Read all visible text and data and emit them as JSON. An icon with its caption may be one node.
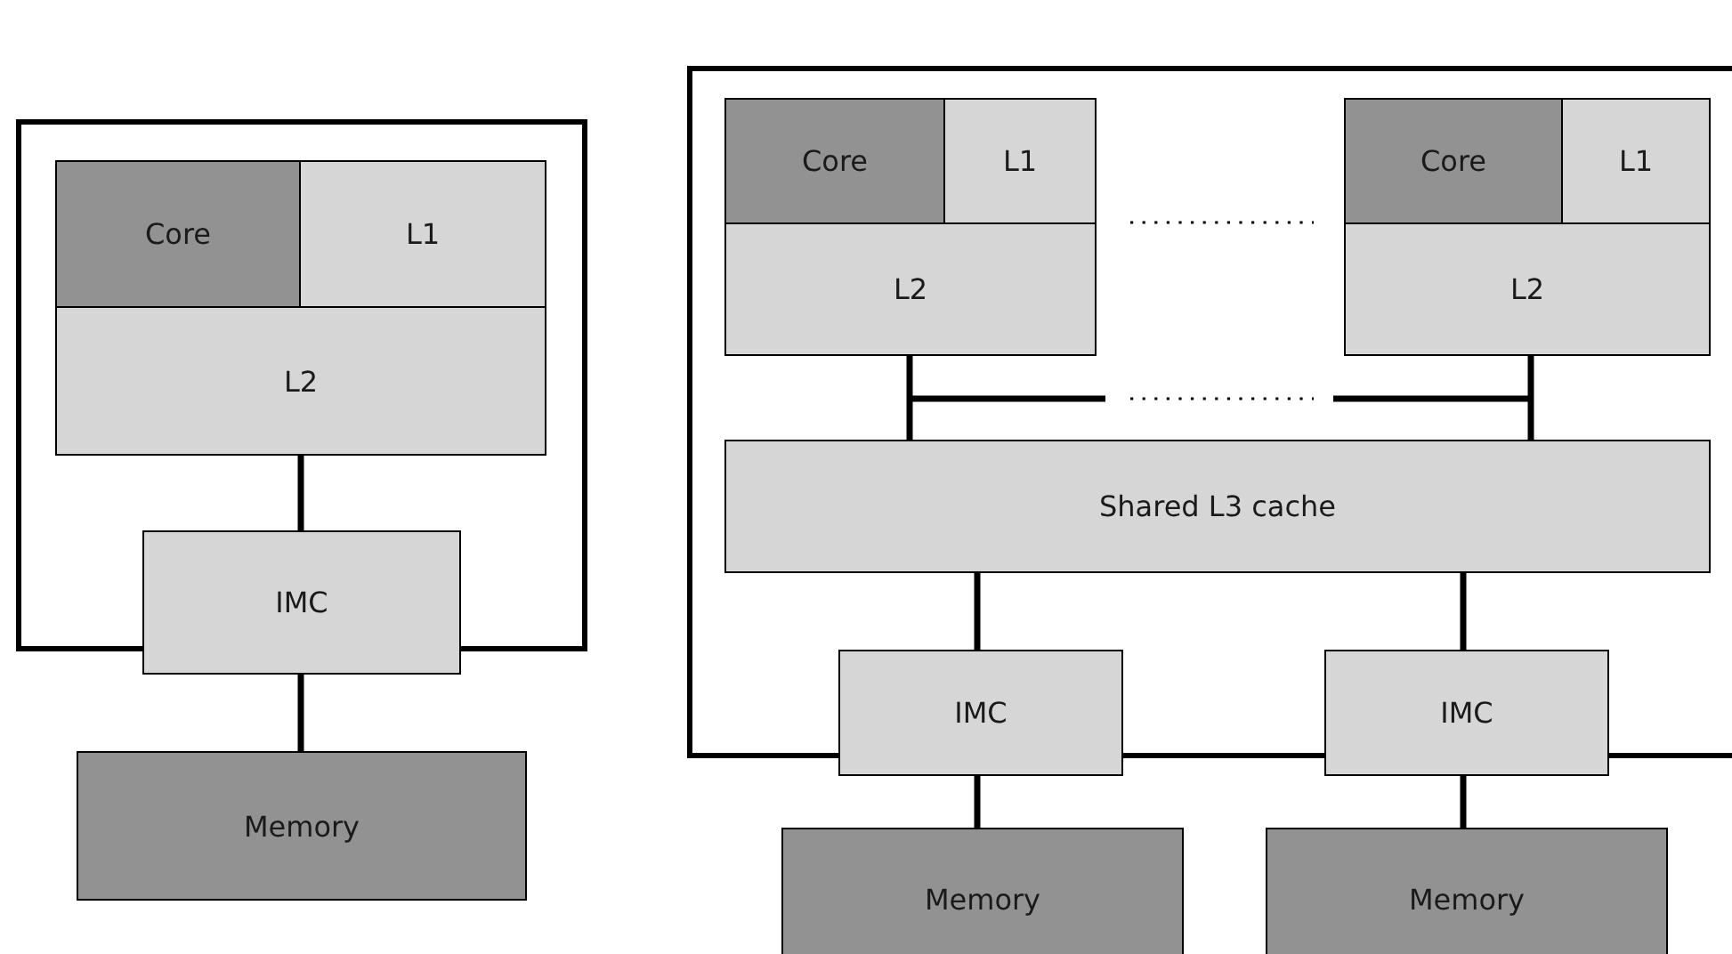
{
  "diagram": {
    "nodes": [
      {
        "text": [],
        "shape": "box"
      },
      {
        "text": [
          "Core"
        ],
        "in": 0
      },
      {
        "text": [
          "L1"
        ],
        "in": 0
      },
      {
        "text": [
          "L2"
        ],
        "in": 0
      },
      {
        "text": [
          "IMC"
        ]
      },
      {
        "text": [
          "Memory"
        ]
      },
      {
        "text": [],
        "shape": "box"
      },
      {
        "text": [
          "Core"
        ],
        "in": 6
      },
      {
        "text": [
          "L1"
        ],
        "in": 6
      },
      {
        "text": [
          "L2"
        ],
        "in": 6
      },
      {
        "text": [
          "Core"
        ],
        "in": 6
      },
      {
        "text": [
          "L1"
        ],
        "in": 6
      },
      {
        "text": [
          "L2"
        ],
        "in": 6
      },
      {
        "text": [
          "Shared L3 cache"
        ],
        "in": 6
      },
      {
        "text": [
          "IMC"
        ]
      },
      {
        "text": [
          "IMC"
        ]
      },
      {
        "text": [
          "Memory"
        ]
      },
      {
        "text": [
          "Memory"
        ]
      }
    ],
    "edges": [
      {
        "from": 3,
        "to": 4,
        "arrow": "none"
      },
      {
        "from": 4,
        "to": 5,
        "arrow": "none"
      },
      {
        "from": 9,
        "to": 13,
        "arrow": "none"
      },
      {
        "from": 12,
        "to": 13,
        "arrow": "none"
      },
      {
        "from": 13,
        "to": 14,
        "arrow": "none"
      },
      {
        "from": 13,
        "to": 15,
        "arrow": "none"
      },
      {
        "from": 14,
        "to": 16,
        "arrow": "none"
      },
      {
        "from": 15,
        "to": 17,
        "arrow": "none"
      }
    ]
  }
}
